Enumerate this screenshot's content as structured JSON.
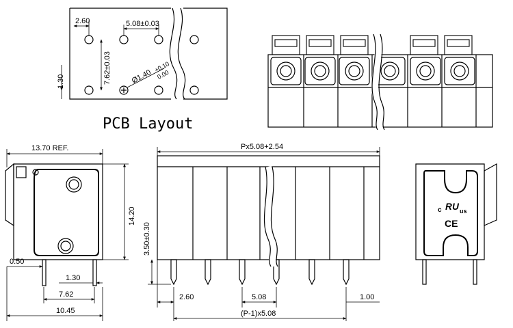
{
  "pcb_layout": {
    "title": "PCB Layout",
    "dim_top_offset": "2.60",
    "dim_pitch": "5.08±0.03",
    "dim_row_spacing": "7.62±0.03",
    "dim_edge": "1.30",
    "dim_hole": "Ø1.40",
    "dim_hole_tol_upper": "+0.10",
    "dim_hole_tol_lower": "0.00"
  },
  "side_view": {
    "dim_depth": "13.70 REF.",
    "dim_height": "14.20",
    "dim_pin_width": "0.50",
    "dim_pin_offset": "1.30",
    "dim_pin_spacing": "7.62",
    "dim_total": "10.45"
  },
  "front_view": {
    "dim_length": "Px5.08+2.54",
    "dim_pin_length": "3.50±0.30",
    "dim_first_pin": "2.60",
    "dim_pitch": "5.08",
    "dim_last_pin": "1.00",
    "dim_span": "(P-1)x5.08"
  },
  "end_view": {
    "cert_ur": "ᴿᵁ",
    "cert_c": "c",
    "cert_us": "us",
    "cert_ce": "CE"
  }
}
